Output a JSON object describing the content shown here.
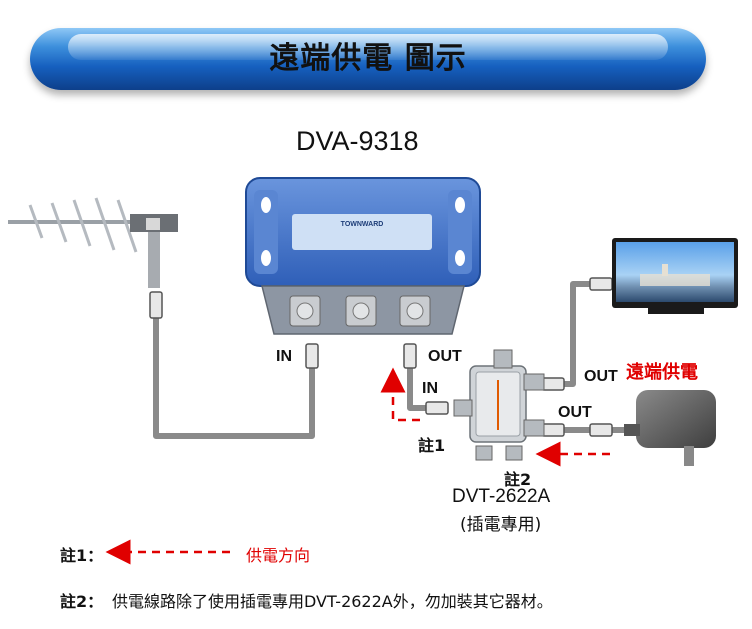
{
  "banner": {
    "title": "遠端供電 圖示"
  },
  "device": {
    "model": "DVA-9318",
    "brand": "TOWNWARD"
  },
  "labels": {
    "amp_in": "IN",
    "amp_out": "OUT",
    "splitter_in": "IN",
    "splitter_out_tv": "OUT",
    "splitter_out_power": "OUT",
    "remote_power": "遠端供電",
    "note1_marker": "註1",
    "note2_marker": "註2",
    "splitter_model": "DVT-2622A",
    "splitter_desc": "(插電專用)"
  },
  "notes": {
    "note1_label": "註1：",
    "note1_text": "供電方向",
    "note2_label": "註2：",
    "note2_text": "供電線路除了使用插電專用DVT-2622A外，勿加裝其它器材。"
  },
  "colors": {
    "banner_blue": "#1660bf",
    "device_blue": "#3d6fc4",
    "arrow_red": "#e00000",
    "cable_gray": "#8a8a8a"
  }
}
